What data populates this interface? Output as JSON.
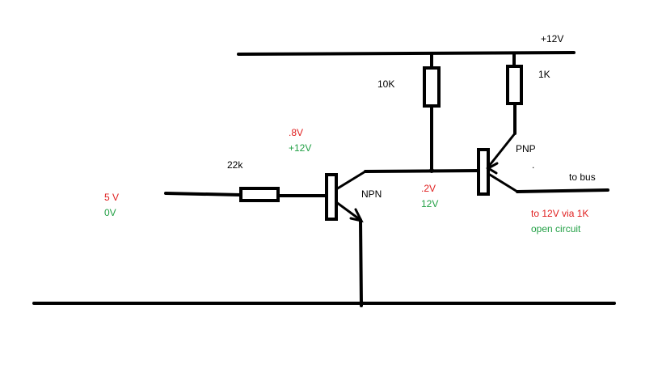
{
  "colors": {
    "wire": "#000000",
    "on_state": "#e02020",
    "off_state": "#22a045",
    "text": "#000000"
  },
  "labels": {
    "supply": "+12V",
    "r_collector": "10K",
    "r_pullup": "1K",
    "r_base": "22k",
    "npn": "NPN",
    "pnp": "PNP",
    "dot": ".",
    "output": "to bus"
  },
  "states": {
    "input_high": "5 V",
    "input_low": "0V",
    "npn_base_high": ".8V",
    "npn_base_low": "+12V",
    "collector_high": ".2V",
    "collector_low": "12V",
    "bus_high": "to 12V via 1K",
    "bus_low": "open circuit"
  }
}
